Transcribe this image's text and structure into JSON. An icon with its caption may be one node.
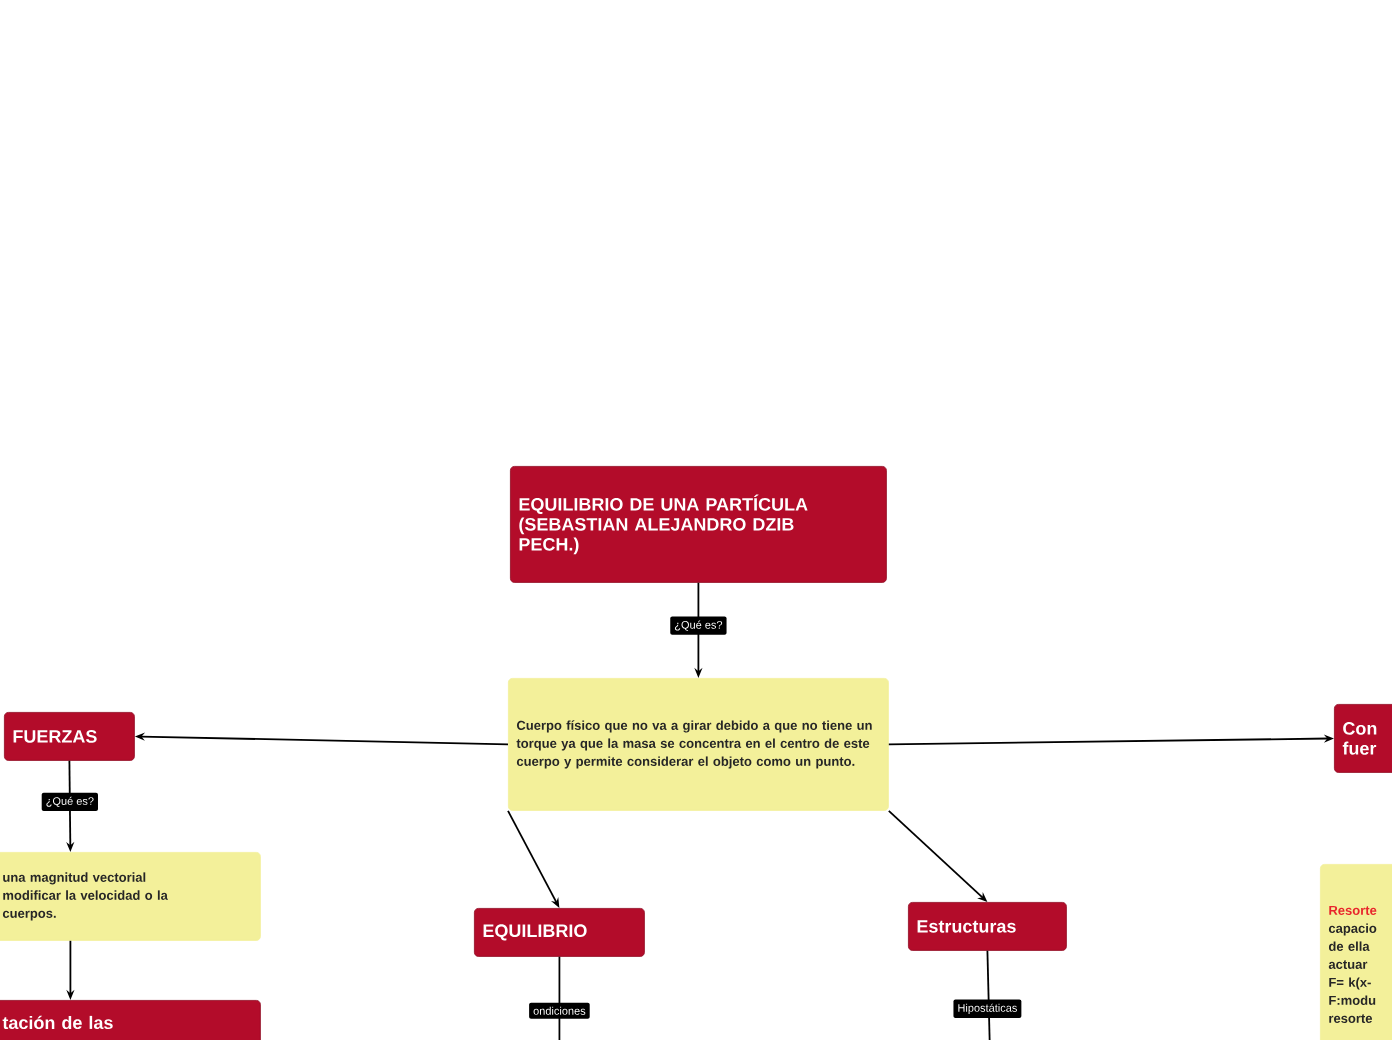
{
  "diagram": {
    "nodes": [
      {
        "text": [
          "EQUILIBRIO DE UNA PARTÍCULA (SEBASTIAN ALEJANDRO DZIB PECH.)"
        ]
      },
      {
        "text": [
          "Cuerpo físico que no va a girar debido a que no tiene un torque  ya que la masa se concentra en el centro de este cuerpo y permite considerar el objeto como un punto."
        ]
      },
      {
        "text": [
          "FUERZAS"
        ]
      },
      {
        "text": [
          "una magnitud vectorial modificar la velocidad o la cuerpos."
        ]
      },
      {
        "text": [
          "tación de las"
        ]
      },
      {
        "text": [
          "EQUILIBRIO"
        ]
      },
      {
        "text": [
          "Estructuras"
        ]
      },
      {
        "text": [
          "Con fuer"
        ]
      },
      {
        "text": [
          "Resorte",
          "capacio de ella actuar F= k(x- F:modu resorte"
        ]
      }
    ],
    "edges": [
      {
        "from": 0,
        "to": 1,
        "arrow": "to",
        "label": "¿Qué es?"
      },
      {
        "from": 1,
        "to": 2,
        "arrow": "to"
      },
      {
        "from": 2,
        "to": 3,
        "arrow": "to",
        "label": "¿Qué es?"
      },
      {
        "from": 3,
        "to": 4,
        "arrow": "to"
      },
      {
        "from": 1,
        "to": 5,
        "arrow": "to"
      },
      {
        "from": 1,
        "to": 6,
        "arrow": "to"
      },
      {
        "from": 1,
        "to": 7,
        "arrow": "to"
      },
      {
        "from": 5,
        "to": null,
        "arrow": "none",
        "label": "ondiciones"
      },
      {
        "from": 6,
        "to": null,
        "arrow": "none",
        "label": "Hipostáticas"
      }
    ]
  }
}
